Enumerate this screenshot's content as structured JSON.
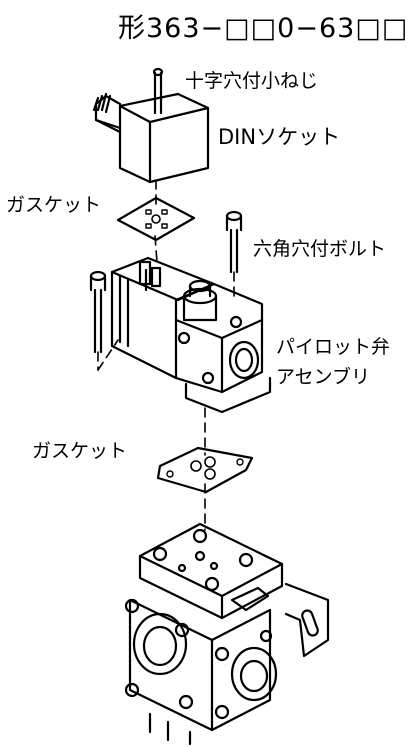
{
  "title": "形363−□□0−63□□",
  "labels": {
    "screw": "十字穴付小ねじ",
    "din_socket": "DINソケット",
    "gasket_top": "ガスケット",
    "hex_bolt": "六角穴付ボルト",
    "pilot_valve_line1": "パイロット弁",
    "pilot_valve_line2": "アセンブリ",
    "gasket_bottom": "ガスケット"
  }
}
